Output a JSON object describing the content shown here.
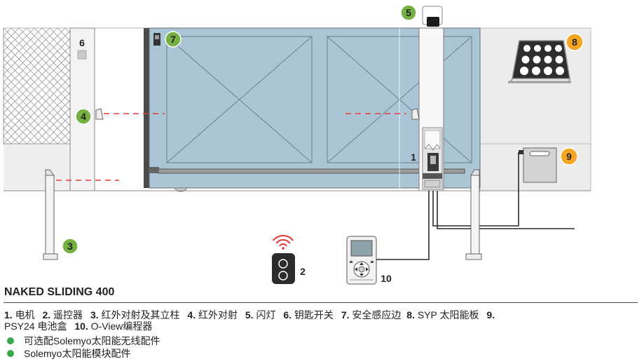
{
  "title": "NAKED SLIDING 400",
  "callouts": {
    "motor": "1",
    "remote": "2",
    "photocell_post": "3",
    "photocell": "4",
    "flashing_light": "5",
    "key_switch": "6",
    "safety_edge": "7",
    "solar_panel": "8",
    "battery_box": "9",
    "programmer": "10"
  },
  "legend": {
    "items": [
      {
        "num": "1.",
        "text": "电机"
      },
      {
        "num": "2.",
        "text": "遥控器"
      },
      {
        "num": "3.",
        "text": "红外对射及其立柱"
      },
      {
        "num": "4.",
        "text": "红外对射"
      },
      {
        "num": "5.",
        "text": "闪灯"
      },
      {
        "num": "6.",
        "text": "钥匙开关"
      },
      {
        "num": "7.",
        "text": "安全感应边"
      },
      {
        "num": "8.",
        "text": "SYP 太阳能板"
      },
      {
        "num": "9.",
        "text": "PSY24 电池盒"
      },
      {
        "num": "10.",
        "text": "O-View编程器"
      }
    ]
  },
  "notes": [
    {
      "text": "可选配Solemyo太阳能无线配件"
    },
    {
      "text": "Solemyo太阳能模块配件"
    }
  ],
  "colors": {
    "badge_optional": "#76b043",
    "badge_solar": "#f4a622",
    "gate": "#aac6d6",
    "beam": "#e23b3b",
    "bullet": "#35a84a"
  }
}
